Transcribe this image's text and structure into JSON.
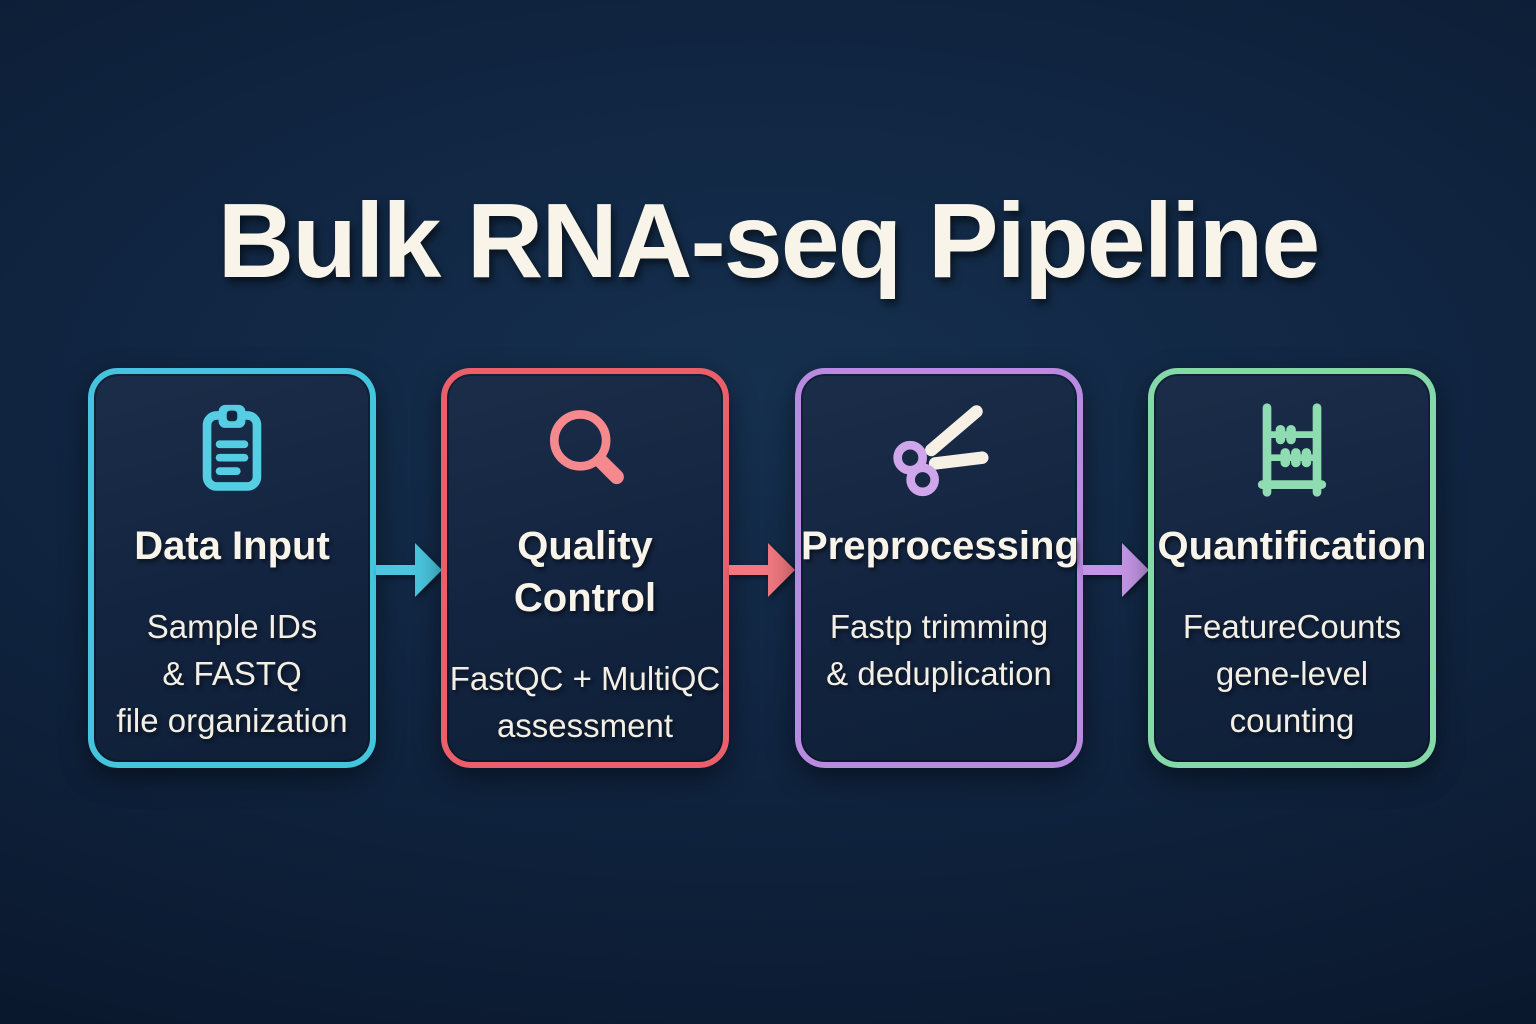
{
  "title": "Bulk RNA-seq Pipeline",
  "background_color": "#0f2138",
  "title_color": "#f8f4e9",
  "steps": [
    {
      "id": "data-input",
      "title_lines": [
        "Data Input"
      ],
      "subtitle_lines": [
        "Sample IDs",
        "& FASTQ",
        "file organization"
      ],
      "icon": "clipboard-icon",
      "accent_color": "#45c4de",
      "icon_color": "#55cde3"
    },
    {
      "id": "quality-control",
      "title_lines": [
        "Quality",
        "Control"
      ],
      "subtitle_lines": [
        "FastQC + MultiQC",
        "assessment"
      ],
      "icon": "magnifier-icon",
      "accent_color": "#eb5f6b",
      "icon_color": "#f5898d"
    },
    {
      "id": "preprocessing",
      "title_lines": [
        "Preprocessing"
      ],
      "subtitle_lines": [
        "Fastp trimming",
        "& deduplication"
      ],
      "icon": "scissors-icon",
      "accent_color": "#b88ae0",
      "icon_color": "#cfa6ea",
      "blade_color": "#f6f1e4"
    },
    {
      "id": "quantification",
      "title_lines": [
        "Quantification"
      ],
      "subtitle_lines": [
        "FeatureCounts",
        "gene-level",
        "counting"
      ],
      "icon": "abacus-icon",
      "accent_color": "#85d8a8",
      "icon_color": "#90dcb2"
    }
  ],
  "arrows": [
    {
      "from": "data-input",
      "to": "quality-control",
      "color": "#4ac6df"
    },
    {
      "from": "quality-control",
      "to": "preprocessing",
      "color": "#f0787f"
    },
    {
      "from": "preprocessing",
      "to": "quantification",
      "color": "#c495e6"
    }
  ]
}
